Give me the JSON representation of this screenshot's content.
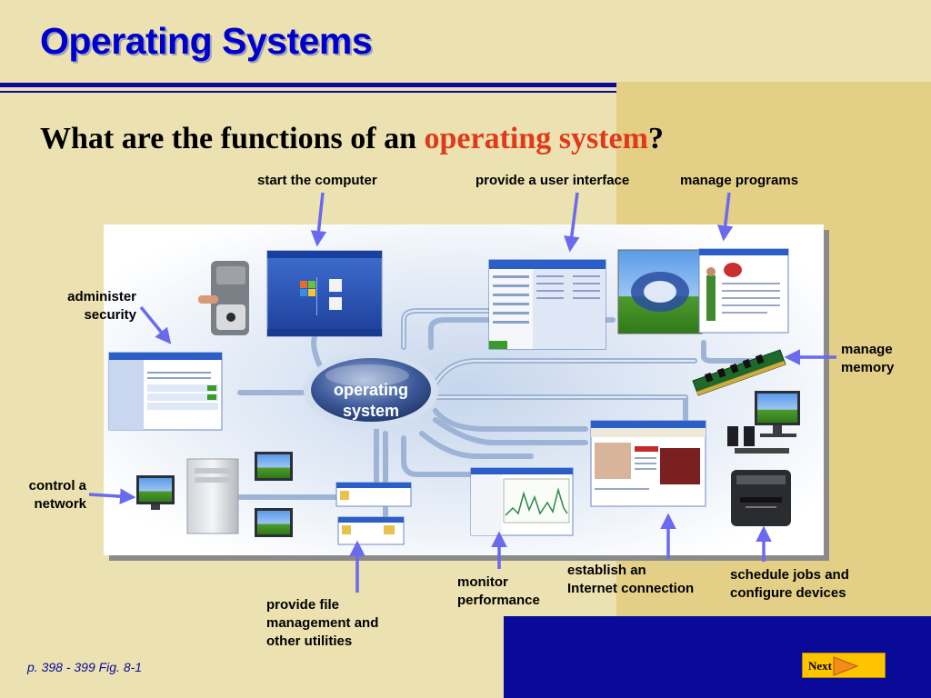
{
  "slide": {
    "title": "Operating Systems",
    "question_prefix": "What are the functions of an ",
    "question_highlight": "operating system",
    "question_suffix": "?"
  },
  "diagram": {
    "center_line1": "operating",
    "center_line2": "system"
  },
  "labels": {
    "start_computer": "start the computer",
    "user_interface": "provide a user interface",
    "manage_programs": "manage programs",
    "administer_security_1": "administer",
    "administer_security_2": "security",
    "manage_memory_1": "manage",
    "manage_memory_2": "memory",
    "control_network_1": "control a",
    "control_network_2": "network",
    "file_management_1": "provide file",
    "file_management_2": "management and",
    "file_management_3": "other utilities",
    "monitor_performance_1": "monitor",
    "monitor_performance_2": "performance",
    "internet_1": "establish an",
    "internet_2": "Internet connection",
    "schedule_jobs_1": "schedule jobs and",
    "schedule_jobs_2": "configure devices"
  },
  "footer": {
    "caption": "p. 398 - 399 Fig. 8-1",
    "next_label": "Next"
  },
  "colors": {
    "title": "#0000cc",
    "highlight": "#e03a1a",
    "arrow": "#6a6aee",
    "next_button": "#ffc400",
    "dark_band": "#0a0a99"
  }
}
